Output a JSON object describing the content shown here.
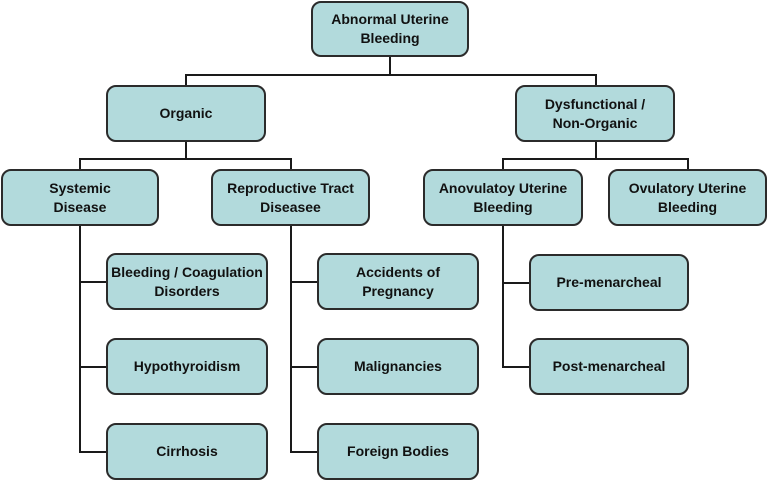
{
  "diagram": {
    "root": "Abnormal Uterine\nBleeding",
    "organic": "Organic",
    "dysfunctional": "Dysfunctional /\nNon-Organic",
    "systemic": "Systemic\nDisease",
    "reproductive": "Reproductive Tract\nDiseasee",
    "anovulatory": "Anovulatoy Uterine\nBleeding",
    "ovulatory": "Ovulatory Uterine\nBleeding",
    "bleeding_coag": "Bleeding / Coagulation\nDisorders",
    "hypothyroidism": "Hypothyroidism",
    "cirrhosis": "Cirrhosis",
    "accidents": "Accidents of\nPregnancy",
    "malignancies": "Malignancies",
    "foreign_bodies": "Foreign Bodies",
    "pre_menarcheal": "Pre-menarcheal",
    "post_menarcheal": "Post-menarcheal"
  },
  "colors": {
    "node_fill": "#b2dadc",
    "node_border": "#2b2b2b",
    "connector": "#1a1a1a"
  }
}
